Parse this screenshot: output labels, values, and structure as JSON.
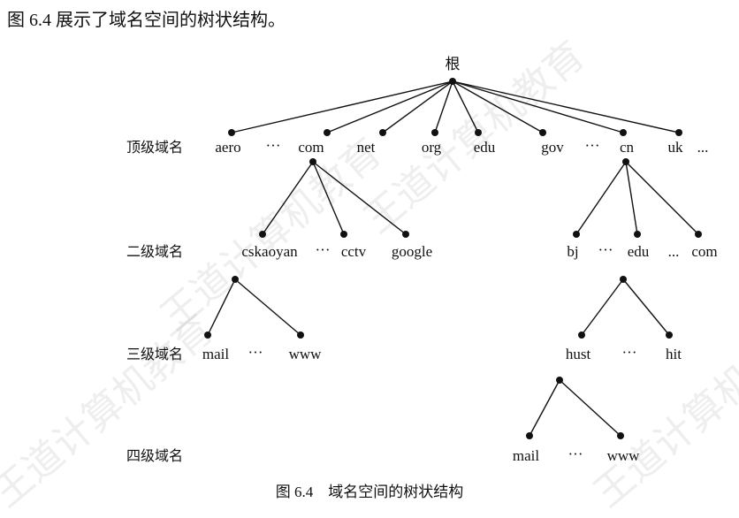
{
  "heading": "图 6.4 展示了域名空间的树状结构。",
  "caption": "图 6.4    域名空间的树状结构",
  "watermark": "王道计算机教育",
  "tree": {
    "root": "根",
    "levels": [
      "顶级域名",
      "二级域名",
      "三级域名",
      "四级域名"
    ],
    "top_level": [
      "aero",
      "···",
      "com",
      "net",
      "org",
      "edu",
      "gov",
      "···",
      "cn",
      "uk",
      "..."
    ],
    "com_children": [
      "cskaoyan",
      "···",
      "cctv",
      "google"
    ],
    "cn_children": [
      "bj",
      "···",
      "edu",
      "...",
      "com"
    ],
    "cskaoyan_children": [
      "mail",
      "···",
      "www"
    ],
    "edu_children": [
      "hust",
      "···",
      "hit"
    ],
    "hust_children": [
      "mail",
      "···",
      "www"
    ]
  }
}
